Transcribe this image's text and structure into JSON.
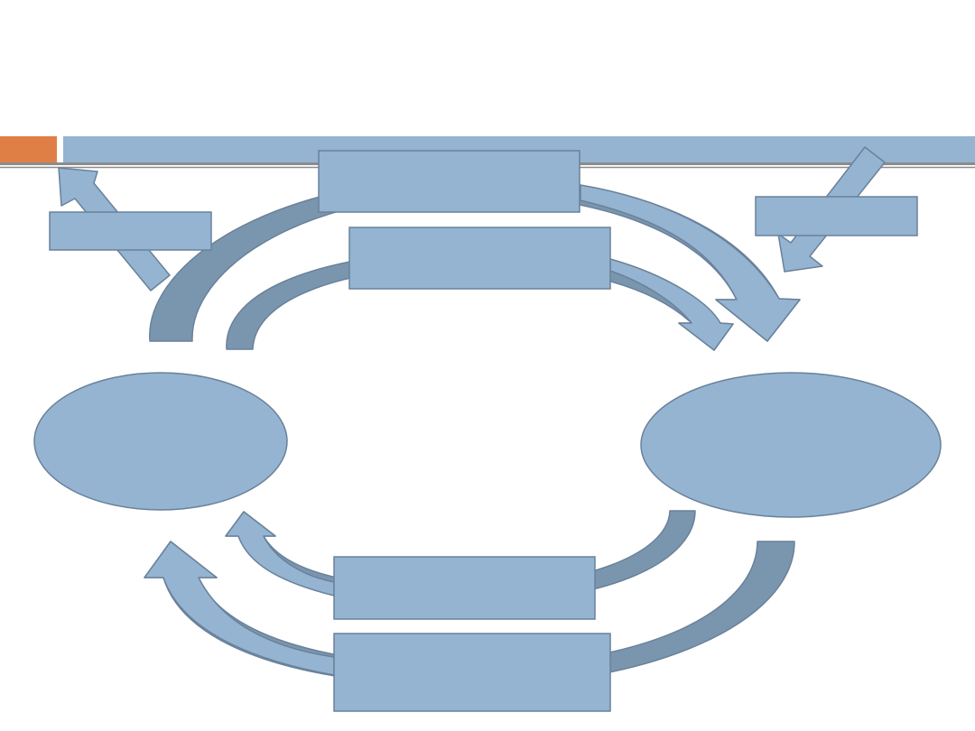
{
  "slide": {
    "title": "",
    "colors": {
      "background": "#ffffff",
      "accent": "#e07f45",
      "header_band": "#94b4d1",
      "rule": "#8c8c8c",
      "box_fill": "#94b4d1",
      "box_stroke": "#6a819a",
      "arrow_light": "#94b4d1",
      "arrow_dark": "#7a96ae"
    }
  },
  "diagram": {
    "nodes": [
      {
        "id": "ellipse-left",
        "shape": "ellipse",
        "label": ""
      },
      {
        "id": "ellipse-right",
        "shape": "ellipse",
        "label": ""
      },
      {
        "id": "box-top-1",
        "shape": "rectangle",
        "label": ""
      },
      {
        "id": "box-top-2",
        "shape": "rectangle",
        "label": ""
      },
      {
        "id": "box-bottom-1",
        "shape": "rectangle",
        "label": ""
      },
      {
        "id": "box-bottom-2",
        "shape": "rectangle",
        "label": ""
      },
      {
        "id": "box-upper-left",
        "shape": "rectangle",
        "label": ""
      },
      {
        "id": "box-upper-right",
        "shape": "rectangle",
        "label": ""
      }
    ],
    "edges": [
      {
        "id": "arc-top-outer",
        "from": "ellipse-left",
        "to": "ellipse-right",
        "via": "box-top-1"
      },
      {
        "id": "arc-top-inner",
        "from": "ellipse-left",
        "to": "ellipse-right",
        "via": "box-top-2"
      },
      {
        "id": "arc-bottom-inner",
        "from": "ellipse-right",
        "to": "ellipse-left",
        "via": "box-bottom-1"
      },
      {
        "id": "arc-bottom-outer",
        "from": "ellipse-right",
        "to": "ellipse-left",
        "via": "box-bottom-2"
      },
      {
        "id": "arrow-out-left",
        "from": "ellipse-left",
        "to": "outside",
        "via": "box-upper-left"
      },
      {
        "id": "arrow-in-right",
        "from": "outside",
        "to": "ellipse-right",
        "via": "box-upper-right"
      }
    ]
  }
}
